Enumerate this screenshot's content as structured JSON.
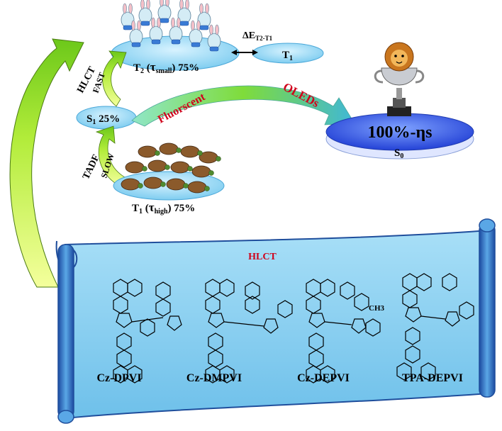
{
  "states": {
    "t2": {
      "label": "T",
      "sub": "2",
      "paren_open": " (",
      "tau": "τ",
      "tau_sub": "small",
      "paren_close": ") 75%"
    },
    "t1_top": {
      "label": "T",
      "sub": "1"
    },
    "delta": {
      "label": "ΔE",
      "sub": "T2-T1"
    },
    "s1": {
      "label": "S",
      "sub": "1",
      "value": "  25%"
    },
    "t1_bottom": {
      "label": "T",
      "sub": "1",
      "paren_open": " (",
      "tau": "τ",
      "tau_sub": "high",
      "paren_close": ") 75%"
    },
    "s0": {
      "label": "S",
      "sub": "0"
    },
    "efficiency": "100%-ηs"
  },
  "process_labels": {
    "hlct": "HLCT",
    "fast": "FAST",
    "tadf": "TADF",
    "slow": "SLOW",
    "fluorescent": "Fluorscent",
    "oleds": "OLEDs"
  },
  "scroll": {
    "title": "HLCT",
    "molecules": [
      "Cz-DPVI",
      "Cz-DMPVI",
      "Cz-DEPVI",
      "TPA-DEPVI"
    ],
    "substituent": "CH3"
  },
  "colors": {
    "scroll_fill": "#7cc9ef",
    "scroll_edge": "#1f4e9c",
    "green_arrow": "#7ed321",
    "hlct_title": "#d0021b",
    "platform": "#2e55e6",
    "label_red": "#d0021b"
  }
}
